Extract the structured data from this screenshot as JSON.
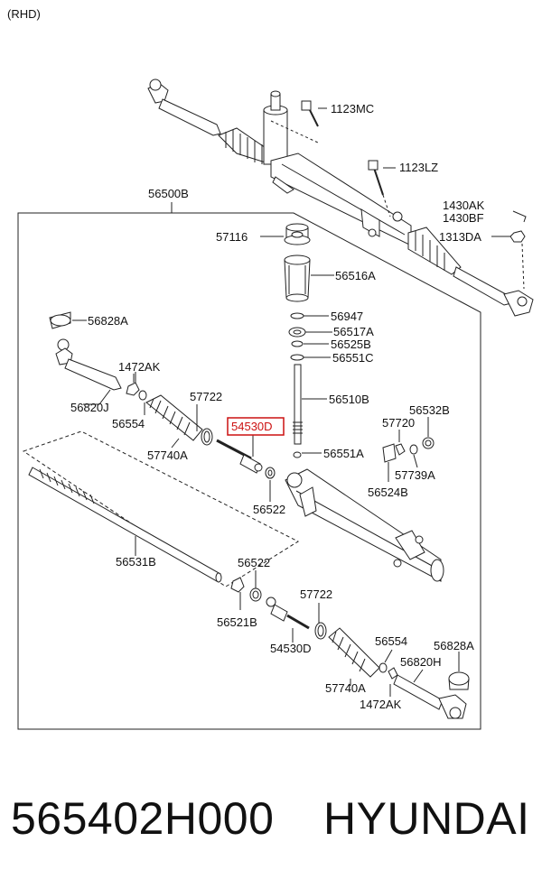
{
  "variant": "(RHD)",
  "assembly_label": "56500B",
  "highlighted_part": "54530D",
  "labels": {
    "1123MC": "1123MC",
    "1123LZ": "1123LZ",
    "1430AK": "1430AK",
    "1430BF": "1430BF",
    "1313DA": "1313DA",
    "57116": "57116",
    "56516A": "56516A",
    "56947": "56947",
    "56517A": "56517A",
    "56525B": "56525B",
    "56551C": "56551C",
    "56510B": "56510B",
    "56828A_l": "56828A",
    "1472AK_l": "1472AK",
    "56820J": "56820J",
    "56554_l": "56554",
    "57722_l": "57722",
    "57740A_l": "57740A",
    "54530D_hl": "54530D",
    "57720": "57720",
    "56532B": "56532B",
    "56551A": "56551A",
    "57739A": "57739A",
    "56524B": "56524B",
    "56522_l": "56522",
    "56531B": "56531B",
    "56522_r": "56522",
    "56521B": "56521B",
    "57722_r": "57722",
    "54530D": "54530D",
    "56554_r": "56554",
    "56828A_r": "56828A",
    "56820H": "56820H",
    "57740A_r": "57740A",
    "1472AK_r": "1472AK"
  },
  "footer": {
    "part_number": "565402H000",
    "brand": "HYUNDAI"
  },
  "colors": {
    "line": "#222222",
    "highlight": "#cc1111"
  }
}
